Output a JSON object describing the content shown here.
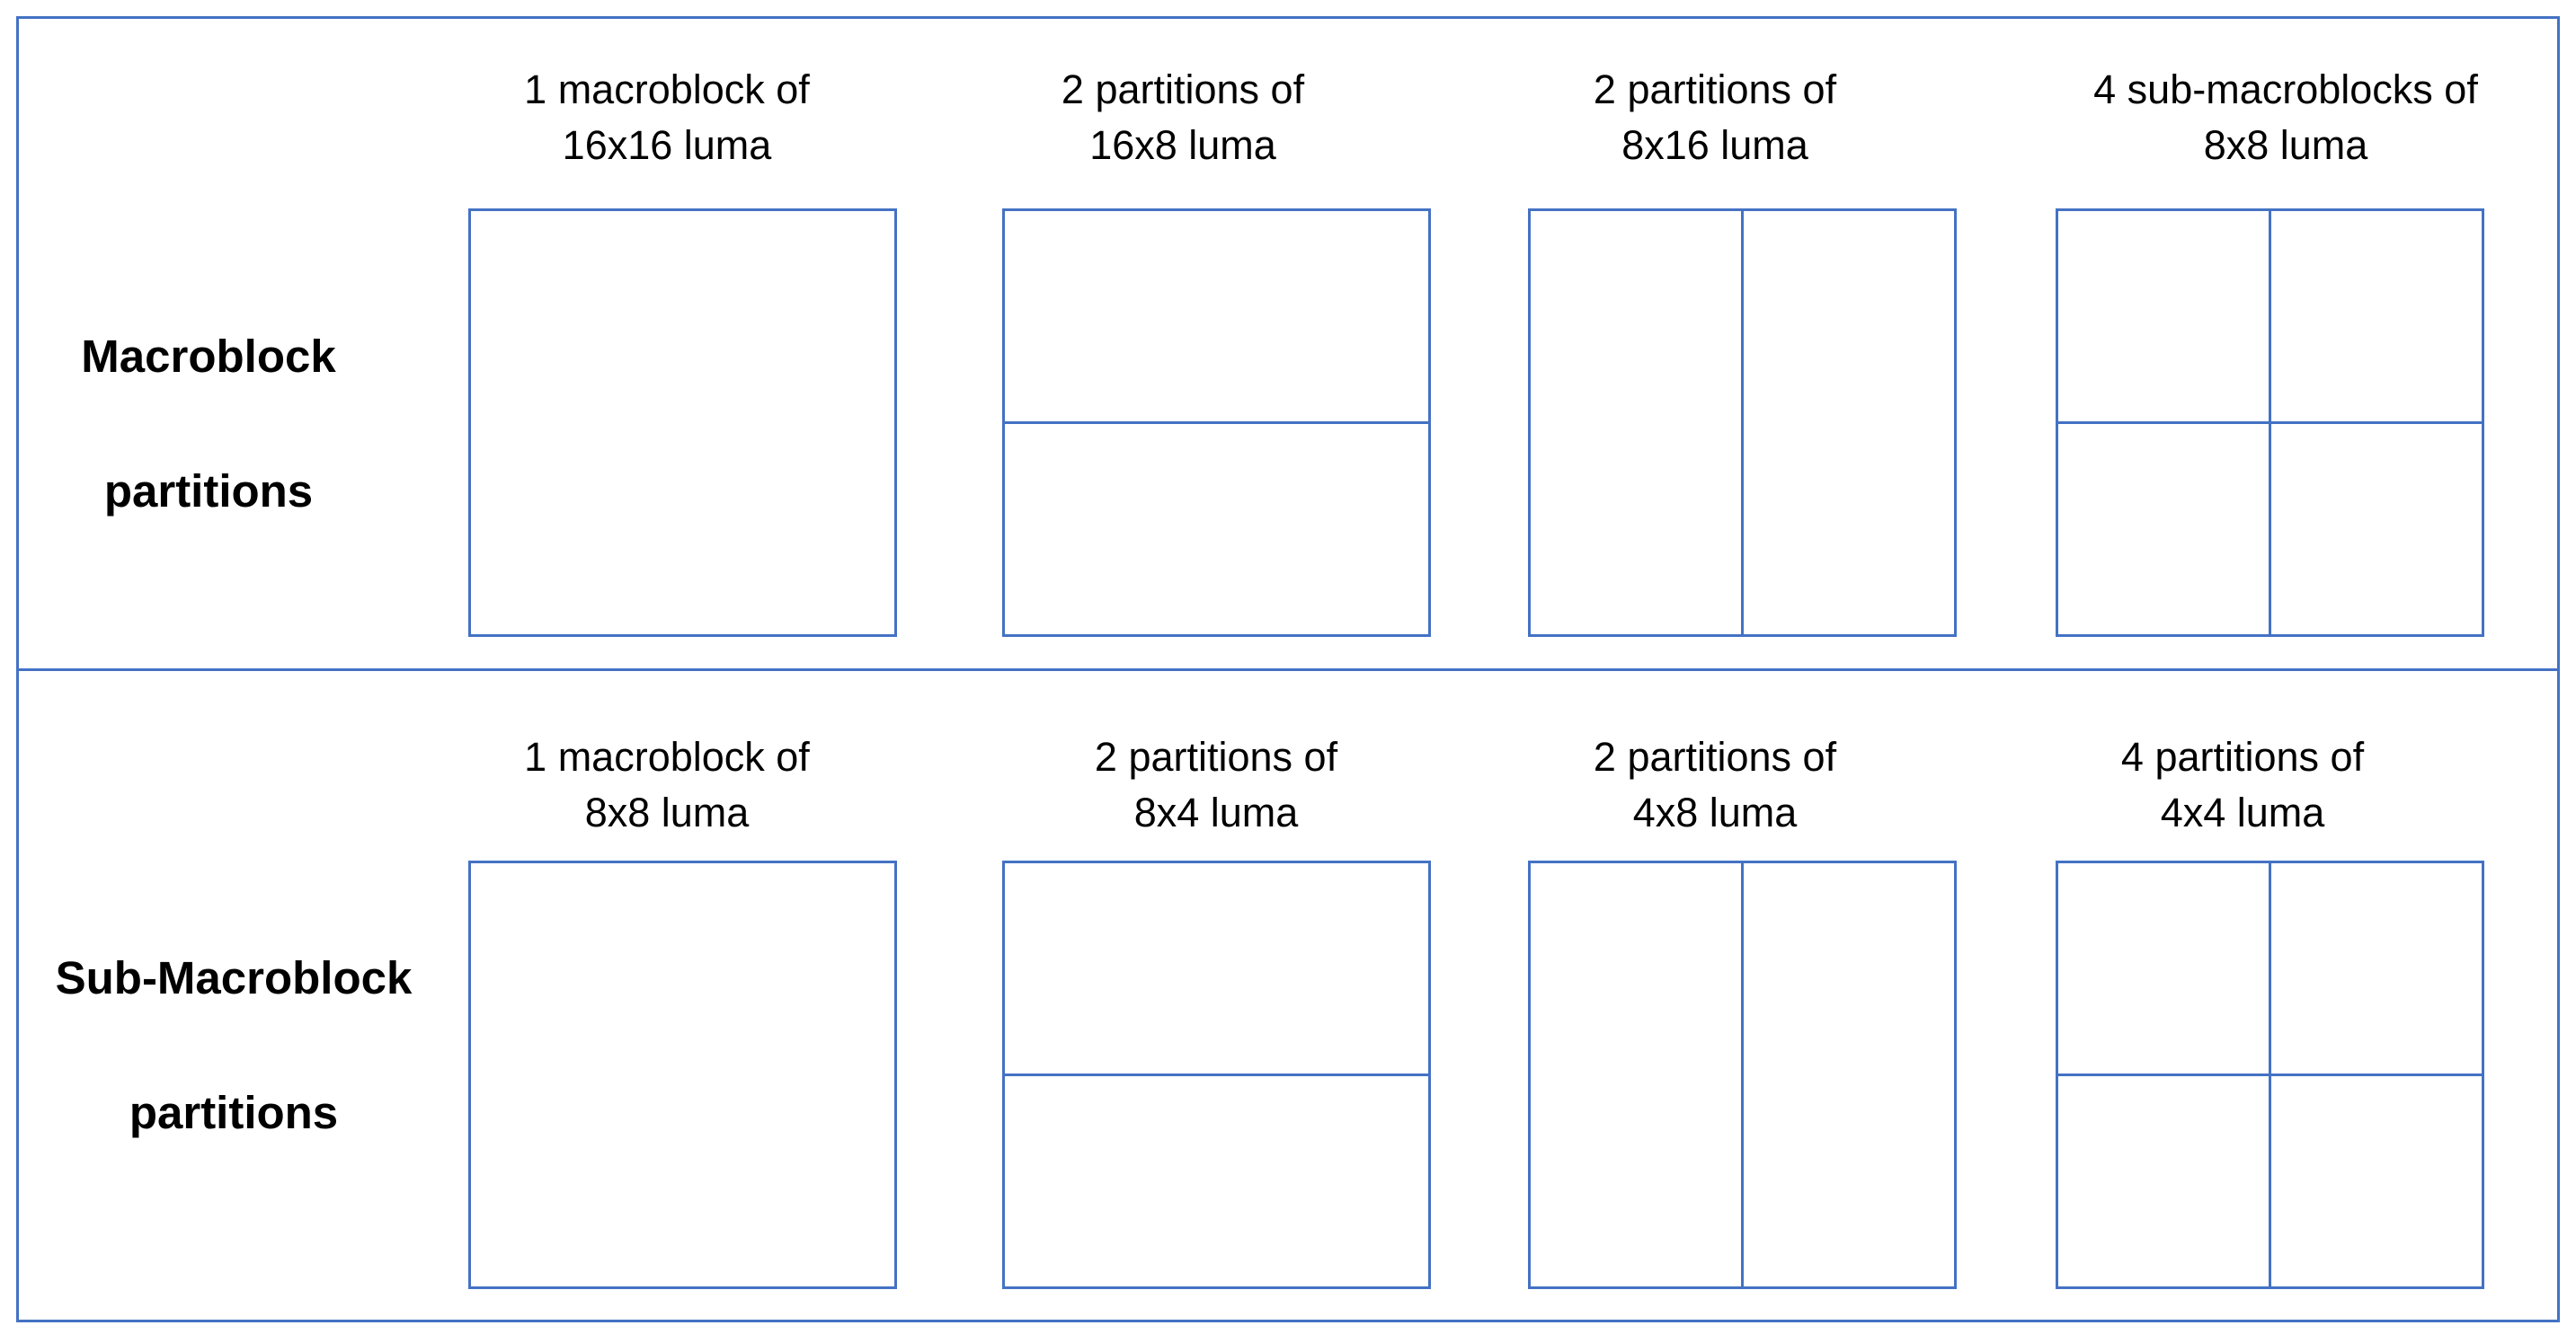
{
  "colors": {
    "line": "#4472C4",
    "text": "#000000",
    "background": "#FFFFFF"
  },
  "rows": [
    {
      "label": [
        "Macroblock",
        "partitions"
      ],
      "cells": [
        {
          "caption": [
            "1 macroblock of",
            "16x16 luma"
          ]
        },
        {
          "caption": [
            "2 partitions of",
            "16x8 luma"
          ]
        },
        {
          "caption": [
            "2 partitions of",
            "8x16 luma"
          ]
        },
        {
          "caption": [
            "4 sub-macroblocks of",
            "8x8 luma"
          ]
        }
      ]
    },
    {
      "label": [
        "Sub-Macroblock",
        "partitions"
      ],
      "cells": [
        {
          "caption": [
            "1 macroblock of",
            "8x8 luma"
          ]
        },
        {
          "caption": [
            "2 partitions of",
            "8x4 luma"
          ]
        },
        {
          "caption": [
            "2 partitions of",
            "4x8 luma"
          ]
        },
        {
          "caption": [
            "4 partitions of",
            "4x4 luma"
          ]
        }
      ]
    }
  ]
}
